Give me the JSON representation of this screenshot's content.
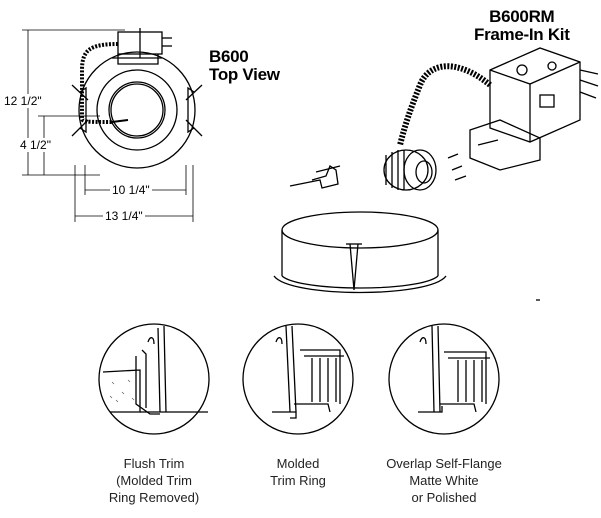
{
  "top_view": {
    "title_line1": "B600",
    "title_line2": "Top View",
    "dimensions": {
      "height_total": "12 1/2\"",
      "height_partial": "4 1/2\"",
      "width_inner": "10 1/4\"",
      "width_outer": "13 1/4\""
    }
  },
  "kit": {
    "title_line1": "B600RM",
    "title_line2": "Frame-In Kit"
  },
  "trims": [
    {
      "line1": "Flush Trim",
      "line2": "(Molded Trim",
      "line3": "Ring Removed)"
    },
    {
      "line1": "Molded",
      "line2": "Trim Ring",
      "line3": ""
    },
    {
      "line1": "Overlap Self-Flange",
      "line2": "Matte White",
      "line3": "or Polished"
    }
  ]
}
